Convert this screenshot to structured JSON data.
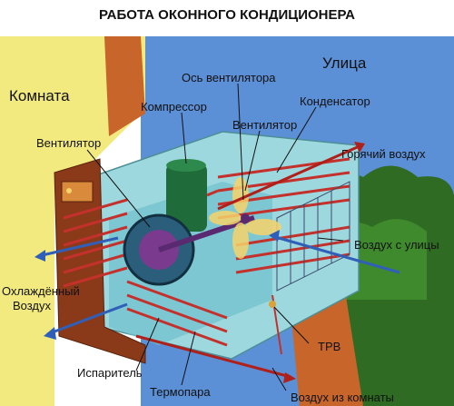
{
  "title": "РАБОТА ОКОННОГО КОНДИЦИОНЕРА",
  "labels": {
    "room": "Комната",
    "street": "Улица",
    "fan_axis": "Ось вентилятора",
    "compressor": "Компрессор",
    "condenser": "Конденсатор",
    "fan_left": "Вентилятор",
    "fan_right": "Вентилятор",
    "hot_air": "Горячий воздух",
    "outside_air": "Воздух с улицы",
    "cooled_air_line1": "Охлаждённый",
    "cooled_air_line2": "Воздух",
    "trv": "ТРВ",
    "evaporator": "Испаритель",
    "thermocouple": "Термопара",
    "room_air": "Воздух из комнаты"
  },
  "colors": {
    "sky": "#5b8fd6",
    "wall_room": "#f2ea7e",
    "brick": "#c8652a",
    "unit_body": "#9ed8df",
    "coil": "#c4302b",
    "arrow_blue": "#2f5fb8",
    "arrow_red": "#b0201a",
    "tree": "#2f6b22",
    "compressor": "#1f6b3a"
  }
}
